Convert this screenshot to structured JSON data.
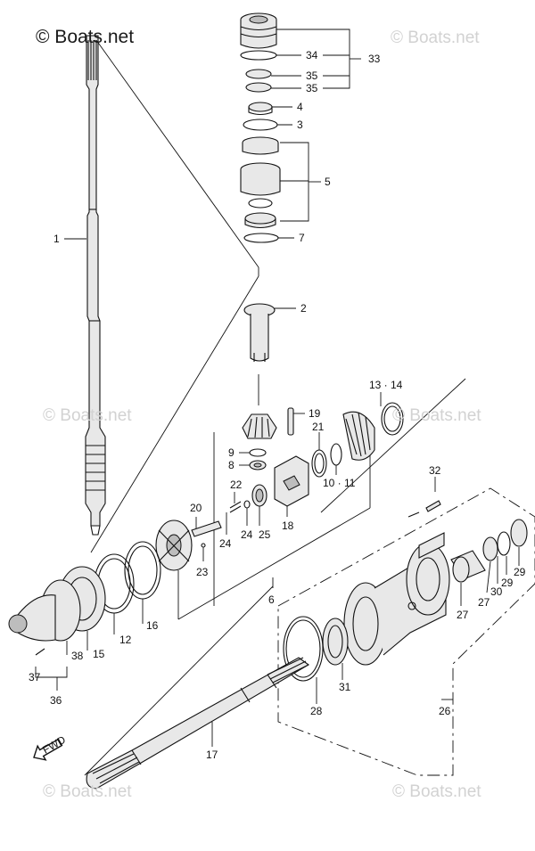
{
  "watermark": {
    "main": "© Boats.net",
    "repeat": "© Boats.net"
  },
  "fwd_label": "FWD",
  "callouts": {
    "p1": "1",
    "p2": "2",
    "p3": "3",
    "p4": "4",
    "p5": "5",
    "p6": "6",
    "p7": "7",
    "p8": "8",
    "p9": "9",
    "p10_11": "10 · 11",
    "p12": "12",
    "p13_14": "13 · 14",
    "p15": "15",
    "p16": "16",
    "p17": "17",
    "p18": "18",
    "p19": "19",
    "p20": "20",
    "p21": "21",
    "p22": "22",
    "p23": "23",
    "p24a": "24",
    "p24b": "24",
    "p25": "25",
    "p26": "26",
    "p27a": "27",
    "p27b": "27",
    "p28": "28",
    "p29a": "29",
    "p29b": "29",
    "p30": "30",
    "p31": "31",
    "p32": "32",
    "p33": "33",
    "p34": "34",
    "p35a": "35",
    "p35b": "35",
    "p36": "36",
    "p37": "37",
    "p38": "38"
  }
}
